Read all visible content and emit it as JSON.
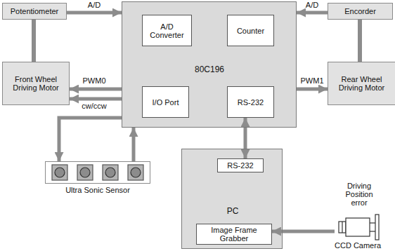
{
  "diagram": {
    "nodes": [
      {
        "text": [
          "Potentiometer"
        ]
      },
      {
        "text": [
          "80C196"
        ]
      },
      {
        "text": [
          "A/D Converter"
        ],
        "in": 1
      },
      {
        "text": [
          "Counter"
        ],
        "in": 1
      },
      {
        "text": [
          "I/O Port"
        ],
        "in": 1
      },
      {
        "text": [
          "RS-232"
        ],
        "in": 1
      },
      {
        "text": [
          "Encorder"
        ]
      },
      {
        "text": [
          "Front Wheel Driving Motor"
        ]
      },
      {
        "text": [
          "Rear Wheel Driving Motor"
        ]
      },
      {
        "text": [
          "Ultra Sonic Sensor"
        ]
      },
      {
        "text": [
          "PC"
        ]
      },
      {
        "text": [
          "RS-232"
        ],
        "in": 10
      },
      {
        "text": [
          "Image Frame Grabber"
        ],
        "in": 10
      },
      {
        "text": [
          "CCD Camera"
        ]
      }
    ],
    "edges": [
      {
        "from": 0,
        "to": 1,
        "label": "A/D",
        "arrow": "to"
      },
      {
        "from": 0,
        "to": 7,
        "arrow": "none"
      },
      {
        "from": 6,
        "to": 1,
        "label": "A/D",
        "arrow": "to"
      },
      {
        "from": 6,
        "to": 8,
        "arrow": "none"
      },
      {
        "from": 1,
        "to": 7,
        "label": "PWM0",
        "arrow": "to"
      },
      {
        "from": 1,
        "to": 7,
        "label": "cw/ccw",
        "arrow": "to"
      },
      {
        "from": 1,
        "to": 9,
        "arrow": "to"
      },
      {
        "from": 9,
        "to": 1,
        "arrow": "to"
      },
      {
        "from": 1,
        "to": 8,
        "label": "PWM1",
        "arrow": "to"
      },
      {
        "from": 5,
        "to": 11,
        "arrow": "both"
      },
      {
        "from": 13,
        "to": 12,
        "label": "Driving Position error",
        "arrow": "to"
      }
    ]
  }
}
